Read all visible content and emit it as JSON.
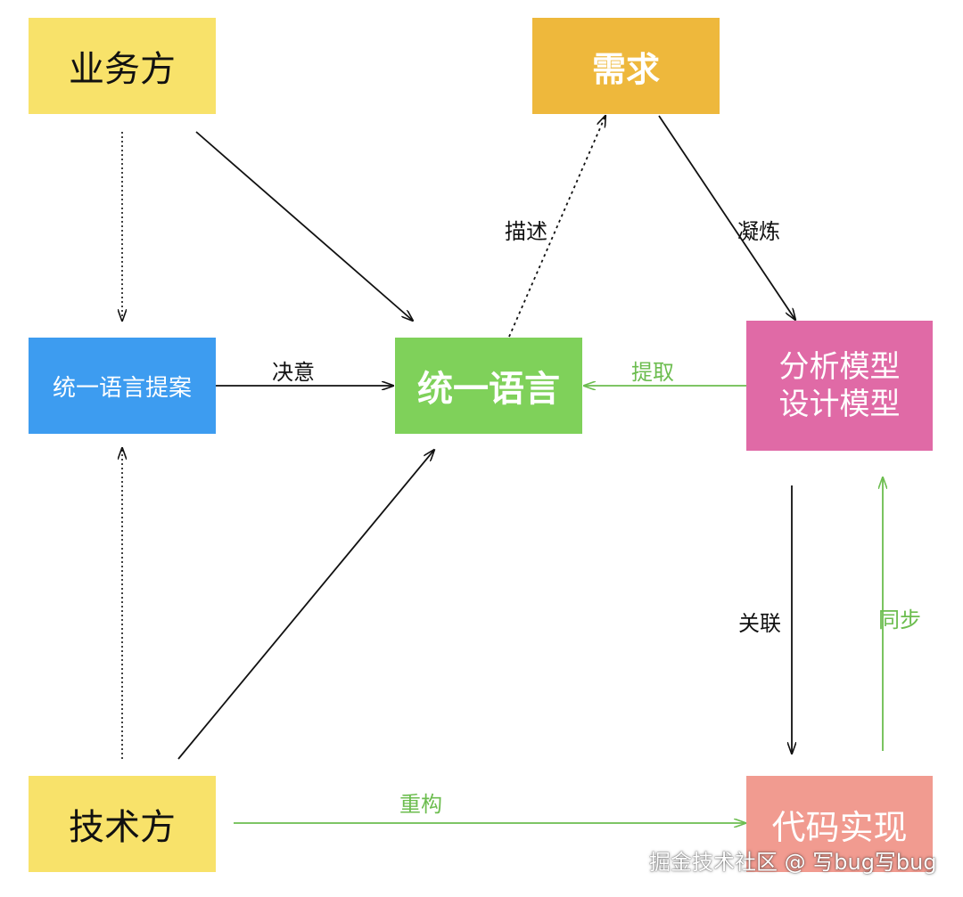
{
  "colors": {
    "business": "#f8e26a",
    "requirement": "#eeb83c",
    "proposal": "#3d9cf0",
    "ubiquitous": "#7fd15a",
    "model": "#e06aa6",
    "technical": "#f8e26a",
    "code": "#f19b90",
    "line_black": "#111111",
    "line_green": "#6cbd4f"
  },
  "nodes": {
    "business": "业务方",
    "requirement": "需求",
    "proposal": "统一语言提案",
    "ubiquitous": "统一语言",
    "model_line1": "分析模型",
    "model_line2": "设计模型",
    "technical": "技术方",
    "code": "代码实现"
  },
  "edges": {
    "decide": "决意",
    "describe": "描述",
    "refine": "凝炼",
    "extract": "提取",
    "relate": "关联",
    "sync": "同步",
    "refactor": "重构"
  },
  "watermark": "掘金技术社区 @ 写bug写bug"
}
